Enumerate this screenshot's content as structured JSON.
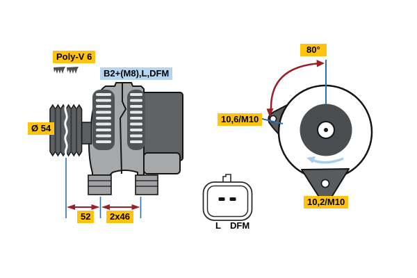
{
  "drawing": {
    "title_context": "alternator-technical-drawing",
    "labels": {
      "poly_v": "Poly-V 6",
      "terminals": "B2+(M8),L,DFM",
      "pulley_diameter": "Ø 54",
      "dim_pulley_to_foot": "52",
      "dim_feet": "2x46",
      "mount_angle": "80°",
      "mount_hole_top": "10,6/M10",
      "mount_hole_bottom": "10,2/M10"
    },
    "connector": {
      "pin_left": "L",
      "pin_right": "DFM"
    },
    "icons": [
      "poly-v-belt-profile-icon",
      "rotation-direction-arrow",
      "angle-arc-arrow",
      "dimension-arrows"
    ],
    "colors": {
      "label_yellow": "#FFC20E",
      "label_blue": "#B5D6F0",
      "dimension_blue": "#2E6FAE",
      "dimension_red": "#9B2026",
      "rotation_arrow_blue": "#A8CFEE",
      "body_gray": "#A6A8AA",
      "dark_gray": "#5D6062",
      "fin_gray": "#515456",
      "outline": "#141414",
      "background": "#FFFFFF"
    }
  }
}
